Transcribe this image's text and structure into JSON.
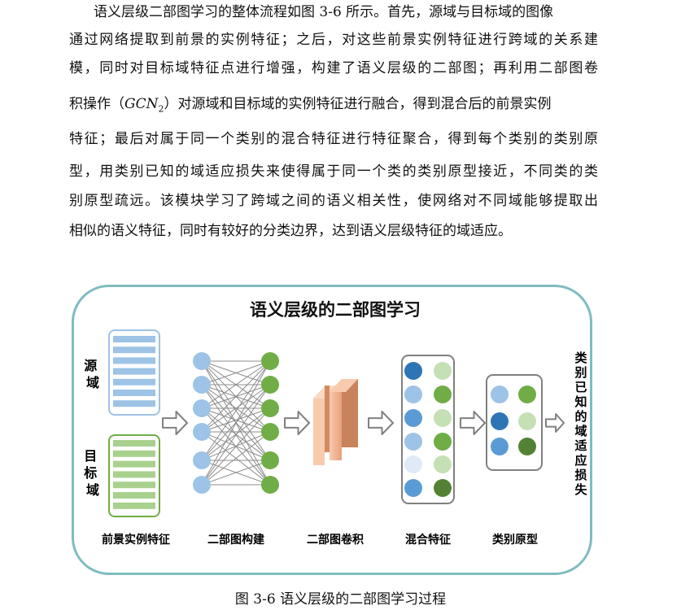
{
  "paragraph": {
    "lines": [
      "语义层级二部图学习的整体流程如图 3-6 所示。首先，源域与目标域的图像",
      "通过网络提取到前景的实例特征；之后，对这些前景实例特征进行跨域的关系建",
      "模，同时对目标域特征点进行增强，构建了语义层级的二部图；再利用二部图卷",
      "积操作（",
      "GCN",
      "2",
      "）对源域和目标域的实例特征进行融合，得到混合后的前景实例",
      "特征；最后对属于同一个类别的混合特征进行特征聚合，得到每个类别的类别原",
      "型，用类别已知的域适应损失来使得属于同一个类的类别原型接近，不同类的类",
      "别原型疏远。该模块学习了跨域之间的语义相关性，使网络对不同域能够提取出",
      "相似的语义特征，同时有较好的分类边界，达到语义层级特征的域适应。"
    ]
  },
  "figure": {
    "title": "语义层级的二部图学习",
    "source_label": "源域",
    "target_label": "目标域",
    "loss_label": "类别已知的域适应损失",
    "stage_labels": [
      "前景实例特征",
      "二部图构建",
      "二部图卷积",
      "混合特征",
      "类别原型"
    ],
    "colors": {
      "frame": "#7fbcc0",
      "source_stripes": "#9dc3e6",
      "target_stripes": "#a9d18e",
      "light_blue": "#9dc3e6",
      "mid_blue": "#5b9bd5",
      "dark_blue": "#2e75b6",
      "pale_blue": "#deebf7",
      "light_green": "#c5e0b4",
      "mid_green": "#70ad47",
      "dark_green": "#548235",
      "conv": "#f4b183"
    }
  },
  "caption": "图 3-6  语义层级的二部图学习过程"
}
